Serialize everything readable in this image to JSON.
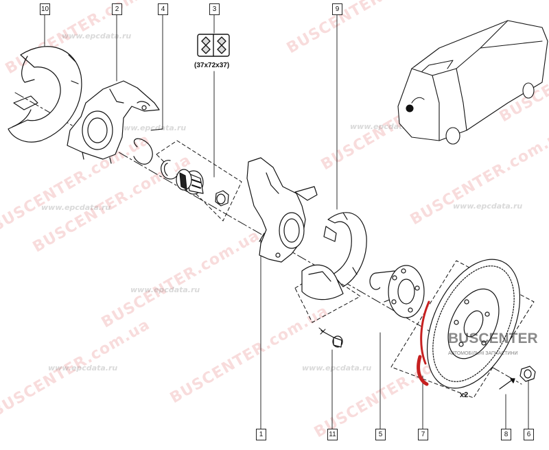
{
  "diagram": {
    "callouts": [
      "10",
      "2",
      "4",
      "3",
      "9",
      "1",
      "11",
      "5",
      "7",
      "8",
      "6"
    ],
    "bearing_size": "(37x72x37)",
    "quantity_label": "x2"
  },
  "watermarks": {
    "bus": "BUSCENTER.com.ua",
    "epc": "www.epcdata.ru"
  },
  "logo": {
    "name": "BUSCENTER",
    "tagline": "АВТОМОБІЛЬНІ ЗАПЧАСТИНИ"
  },
  "colors": {
    "line": "#111111",
    "watermark_red": "#d22828",
    "logo_red": "#c62020"
  }
}
